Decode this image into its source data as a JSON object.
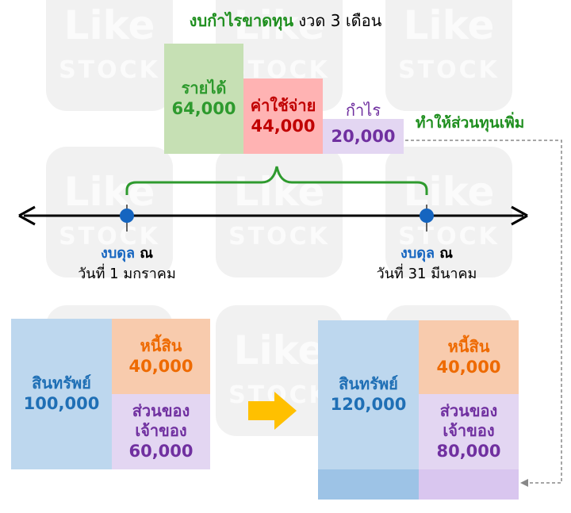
{
  "title": {
    "bold": "งบกำไรขาดทุน",
    "rest": " งวด 3 เดือน"
  },
  "watermark": {
    "line1": "Like",
    "line2": "STOCK"
  },
  "income_statement": {
    "revenue": {
      "label": "รายได้",
      "value": "64,000",
      "color": "#c6e0b4",
      "text_color": "#2e9a2e"
    },
    "expense": {
      "label": "ค่าใช้จ่าย",
      "value": "44,000",
      "color": "#ffb3b3",
      "text_color": "#c00000"
    },
    "profit": {
      "label": "กำไร",
      "value": "20,000",
      "color": "#e3d6f2",
      "text_color": "#7030a0"
    }
  },
  "note": "ทำให้ส่วนทุนเพิ่ม",
  "timeline": {
    "start": {
      "title_blue": "งบดุล",
      "title_black": " ณ",
      "date": "วันที่ 1 มกราคม"
    },
    "end": {
      "title_blue": "งบดุล",
      "title_black": " ณ",
      "date": "วันที่ 31 มีนาคม"
    }
  },
  "balance_start": {
    "assets": {
      "label": "สินทรัพย์",
      "value": "100,000"
    },
    "liabilities": {
      "label": "หนี้สิน",
      "value": "40,000"
    },
    "equity": {
      "label": "ส่วนของเจ้าของ",
      "line1": "ส่วนของ",
      "line2": "เจ้าของ",
      "value": "60,000"
    }
  },
  "balance_end": {
    "assets": {
      "label": "สินทรัพย์",
      "value": "120,000"
    },
    "liabilities": {
      "label": "หนี้สิน",
      "value": "40,000"
    },
    "equity": {
      "label": "ส่วนของเจ้าของ",
      "line1": "ส่วนของ",
      "line2": "เจ้าของ",
      "value": "80,000"
    }
  },
  "colors": {
    "assets_bg": "#bdd7ee",
    "assets_text": "#1f6fb5",
    "assets_added": "#9dc3e6",
    "liab_bg": "#f8cbad",
    "liab_text": "#ee6a00",
    "equity_bg": "#e3d6f2",
    "equity_text": "#7030a0",
    "equity_added": "#d9c6ef",
    "arrow": "#ffc000",
    "brace": "#2e9a2e",
    "dot": "#1565c0",
    "blue_text": "#1565c0"
  }
}
